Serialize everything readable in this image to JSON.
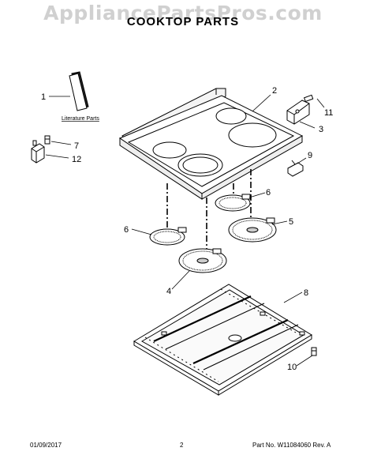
{
  "watermark": "AppliancePartsPros.com",
  "title": "COOKTOP PARTS",
  "literature_label": "Literature Parts",
  "callouts": {
    "c1": "1",
    "c2": "2",
    "c3": "3",
    "c4": "4",
    "c5": "5",
    "c6a": "6",
    "c6b": "6",
    "c7": "7",
    "c8": "8",
    "c9": "9",
    "c10": "10",
    "c11": "11",
    "c12": "12"
  },
  "footer": {
    "date": "01/09/2017",
    "page": "2",
    "part_no": "Part No. W11084060  Rev. A"
  }
}
